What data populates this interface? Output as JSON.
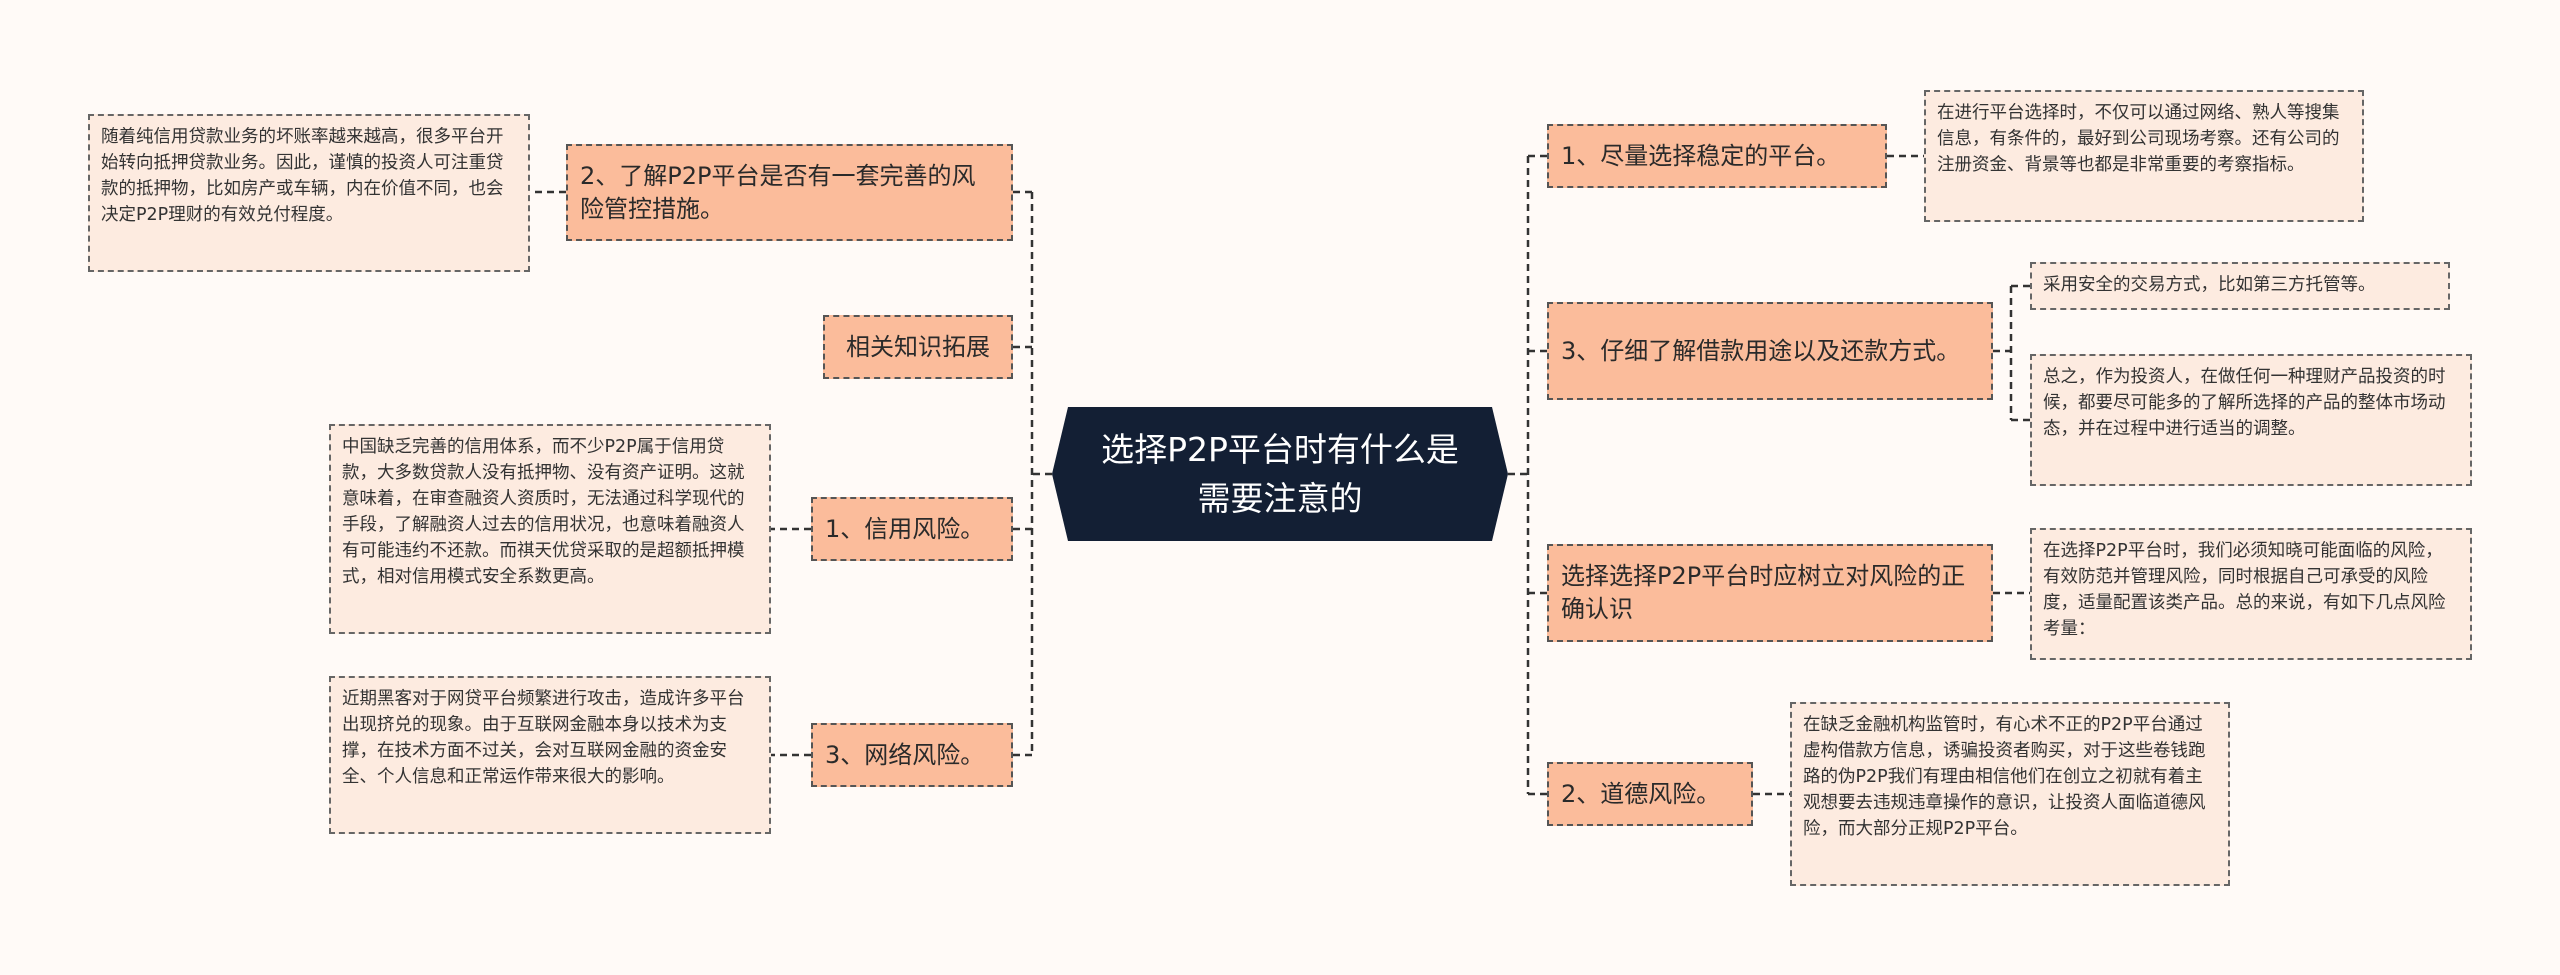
{
  "central": {
    "title": "选择P2P平台时有什么是需要注意的"
  },
  "left_topics": [
    {
      "id": "risk-control",
      "label": "2、了解P2P平台是否有一套完善的风险管控措施。",
      "note": "随着纯信用贷款业务的坏账率越来越高，很多平台开始转向抵押贷款业务。因此，谨慎的投资人可注重贷款的抵押物，比如房产或车辆，内在价值不同，也会决定P2P理财的有效兑付程度。"
    },
    {
      "id": "knowledge",
      "label": "相关知识拓展",
      "note": ""
    },
    {
      "id": "credit-risk",
      "label": "1、信用风险。",
      "note": "中国缺乏完善的信用体系，而不少P2P属于信用贷款，大多数贷款人没有抵押物、没有资产证明。这就意味着，在审查融资人资质时，无法通过科学现代的手段，了解融资人过去的信用状况，也意味着融资人有可能违约不还款。而祺天优贷采取的是超额抵押模式，相对信用模式安全系数更高。"
    },
    {
      "id": "network-risk",
      "label": "3、网络风险。",
      "note": "近期黑客对于网贷平台频繁进行攻击，造成许多平台出现挤兑的现象。由于互联网金融本身以技术为支撑，在技术方面不过关，会对互联网金融的资金安全、个人信息和正常运作带来很大的影响。"
    }
  ],
  "right_topics": [
    {
      "id": "stable",
      "label": "1、尽量选择稳定的平台。",
      "notes": [
        "在进行平台选择时，不仅可以通过网络、熟人等搜集信息，有条件的，最好到公司现场考察。还有公司的注册资金、背景等也都是非常重要的考察指标。"
      ]
    },
    {
      "id": "loan-usage",
      "label": "3、仔细了解借款用途以及还款方式。",
      "notes": [
        "采用安全的交易方式，比如第三方托管等。",
        "总之，作为投资人，在做任何一种理财产品投资的时候，都要尽可能多的了解所选择的产品的整体市场动态，并在过程中进行适当的调整。"
      ]
    },
    {
      "id": "risk-awareness",
      "label": "选择选择P2P平台时应树立对风险的正确认识",
      "notes": [
        "在选择P2P平台时，我们必须知晓可能面临的风险，有效防范并管理风险，同时根据自己可承受的风险度，适量配置该类产品。总的来说，有如下几点风险考量："
      ]
    },
    {
      "id": "moral-risk",
      "label": "2、道德风险。",
      "notes": [
        "在缺乏金融机构监管时，有心术不正的P2P平台通过虚构借款方信息，诱骗投资者购买，对于这些卷钱跑路的伪P2P我们有理由相信他们在创立之初就有着主观想要去违规违章操作的意识，让投资人面临道德风险，而大部分正规P2P平台。"
      ]
    }
  ]
}
